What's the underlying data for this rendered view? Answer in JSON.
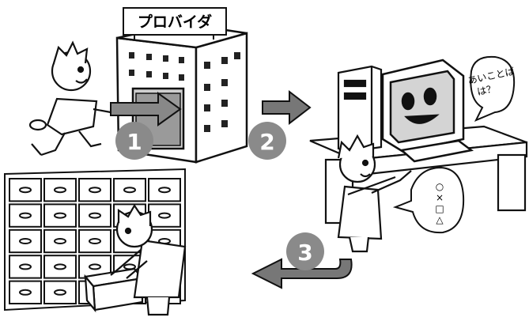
{
  "sign": {
    "label": "プロバイダ"
  },
  "steps": [
    {
      "number": "1"
    },
    {
      "number": "2"
    },
    {
      "number": "3"
    }
  ],
  "speech_bubble": {
    "line1": "あいことば",
    "line2": "は？"
  },
  "answer_bubble": {
    "symbols": [
      "○",
      "×",
      "□",
      "△"
    ]
  },
  "colors": {
    "line": "#111111",
    "step_badge": "#8a8a8a",
    "arrow": "#777777",
    "fill": "#ffffff"
  }
}
